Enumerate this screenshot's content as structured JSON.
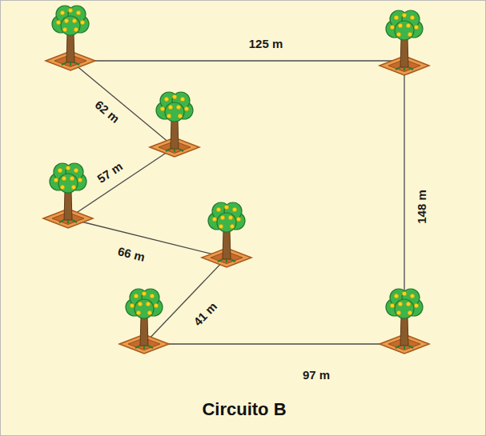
{
  "diagram": {
    "caption": "Circuito B",
    "labels": [
      "125 m",
      "62 m",
      "57 m",
      "66 m",
      "41 m",
      "148 m",
      "97 m"
    ]
  }
}
